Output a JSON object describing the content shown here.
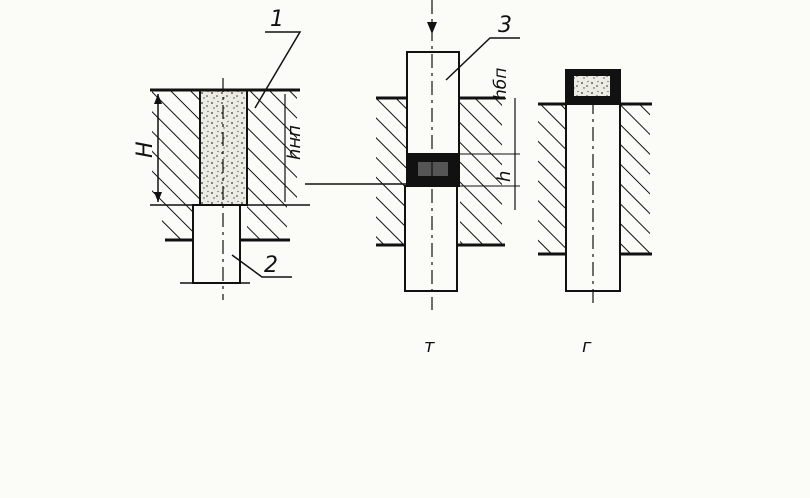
{
  "labels": {
    "part_1": "1",
    "part_2": "2",
    "part_3": "3",
    "H": "H",
    "h_nn": "hнп",
    "h_bn": "hбп",
    "h": "h"
  },
  "captions": {
    "middle": "т",
    "right": "г"
  },
  "colors": {
    "ink": "#111111",
    "paper": "#fbfbf8",
    "powder": "#e8e8e0",
    "compact": "#111111"
  }
}
